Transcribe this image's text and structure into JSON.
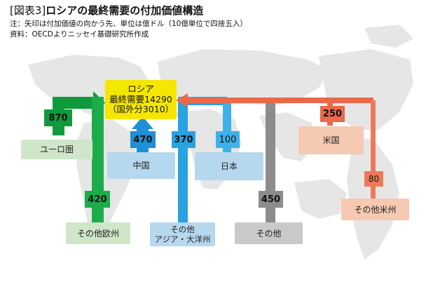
{
  "header": {
    "tag": "[図表3]",
    "title": "ロシアの最終需要の付加価値構造",
    "note": "注：矢印は付加価値の向かう先、単位は億ドル（10億単位で四捨五入）",
    "source": "資料：OECDよりニッセイ基礎研究所作成"
  },
  "destination": {
    "line1": "ロシア",
    "line2": "最終需要14290",
    "line3": "（国外分3010）"
  },
  "flows": [
    {
      "origin": "ユーロ圏",
      "value": "870",
      "color": "#0f9a3c"
    },
    {
      "origin": "その他欧州",
      "value": "420",
      "color": "#1cad4a"
    },
    {
      "origin": "中国",
      "value": "470",
      "color": "#1f8fd6"
    },
    {
      "origin": "その他\nアジア・大洋州",
      "value": "370",
      "color": "#28a2e0"
    },
    {
      "origin": "日本",
      "value": "100",
      "color": "#3db2ea"
    },
    {
      "origin": "その他",
      "value": "450",
      "color": "#8c8c8c"
    },
    {
      "origin": "米国",
      "value": "250",
      "color": "#e9694a"
    },
    {
      "origin": "その他米州",
      "value": "80",
      "color": "#ec7a5a"
    }
  ],
  "colors": {
    "destination_fill": "#f5e600",
    "map": "#e6e6e6",
    "box_green": "#cfe6c9",
    "box_blue": "#b5d8ee",
    "box_gray": "#c9c9c9",
    "box_orange": "#f6c9b2"
  }
}
